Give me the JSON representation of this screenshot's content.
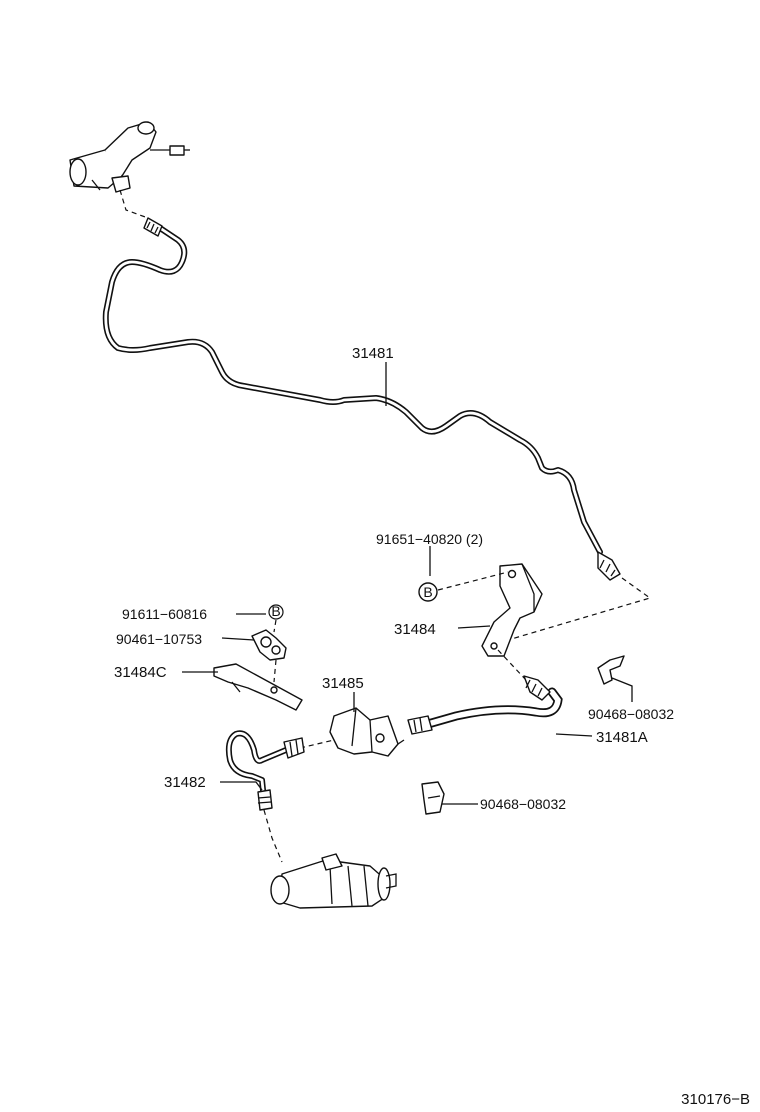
{
  "callouts": {
    "p31481": "31481",
    "p91651": "91651−40820 (2)",
    "p31484": "31484",
    "p91611": "91611−60816",
    "p90461": "90461−10753",
    "p31484c": "31484C",
    "p31485": "31485",
    "p90468a": "90468−08032",
    "p31481a": "31481A",
    "p31482": "31482",
    "p90468b": "90468−08032"
  },
  "markers": {
    "b_large": "B",
    "b_small": "B"
  },
  "figure_code": "310176−B"
}
